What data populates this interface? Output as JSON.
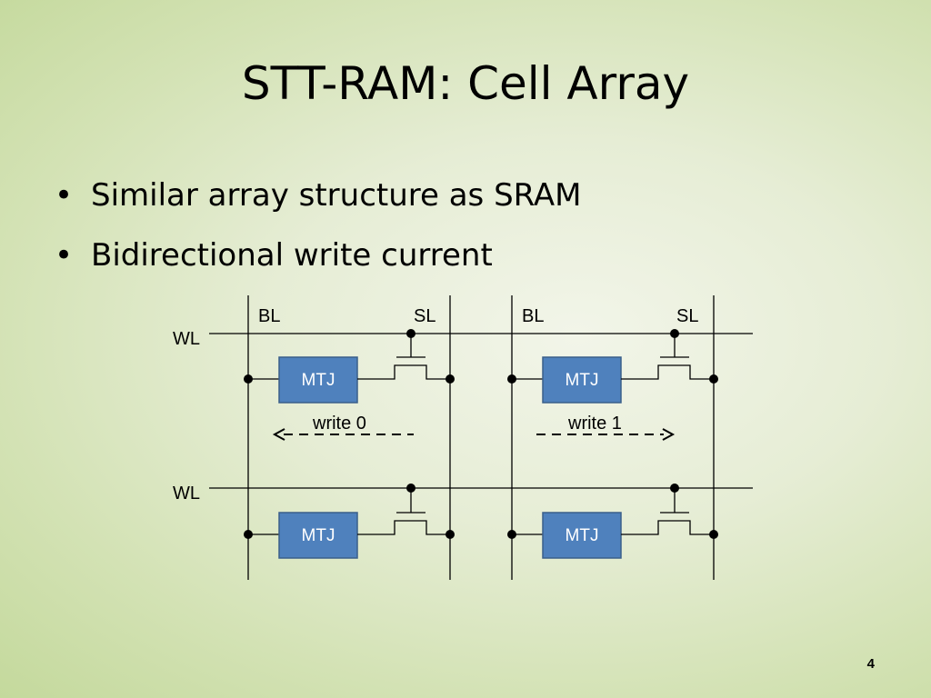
{
  "slide": {
    "title": "STT-RAM: Cell Array",
    "bullets": [
      "Similar array structure as SRAM",
      "Bidirectional write current"
    ],
    "page_number": "4"
  },
  "diagram": {
    "columns": [
      {
        "bitline": "BL",
        "sourceline": "SL"
      },
      {
        "bitline": "BL",
        "sourceline": "SL"
      }
    ],
    "wordlines": [
      "WL",
      "WL"
    ],
    "cell_label": "MTJ",
    "write_arrows": [
      {
        "label": "write 0",
        "direction": "left"
      },
      {
        "label": "write 1",
        "direction": "right"
      }
    ],
    "colors": {
      "mtj_fill": "#4f81bd",
      "mtj_border": "#3a5f8a",
      "line": "#000000"
    }
  }
}
